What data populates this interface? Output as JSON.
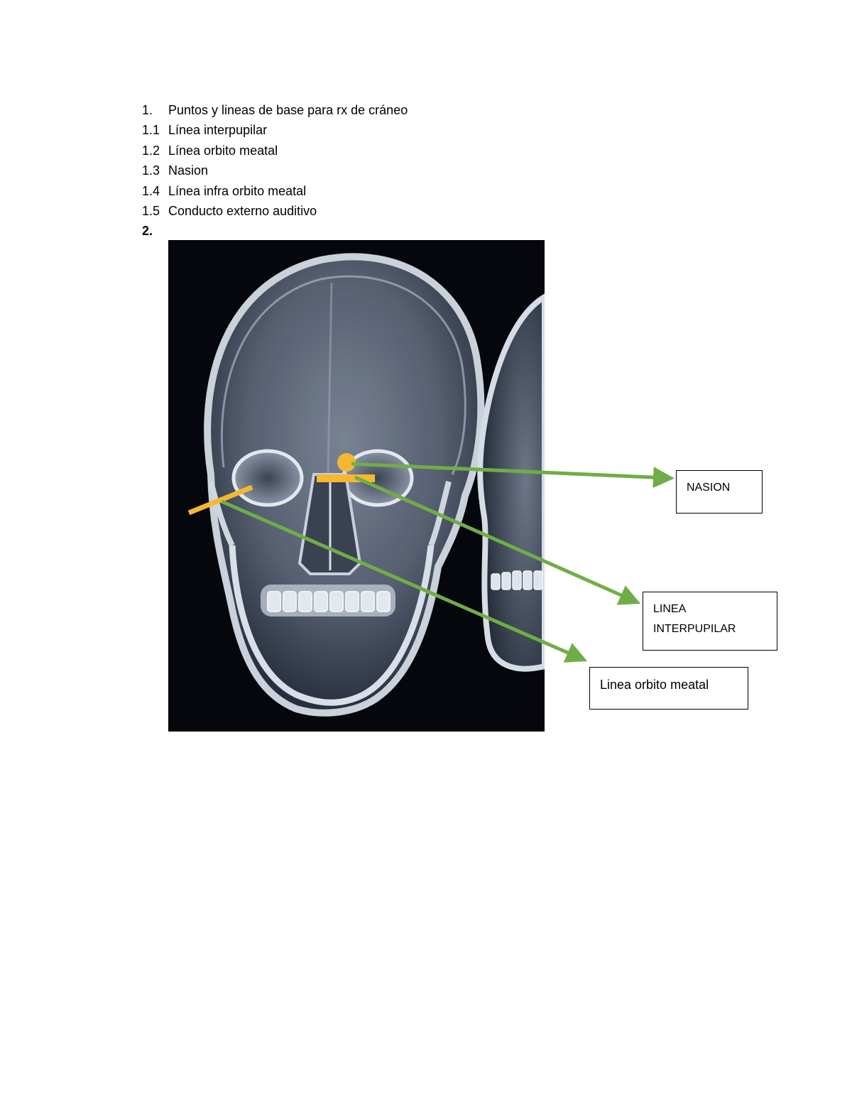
{
  "list": [
    {
      "num": "1.",
      "text": "Puntos y lineas de base para rx de cráneo"
    },
    {
      "num": "1.1",
      "text": "Línea interpupilar"
    },
    {
      "num": "1.2",
      "text": "Línea orbito meatal"
    },
    {
      "num": "1.3",
      "text": "Nasion"
    },
    {
      "num": "1.4",
      "text": "Línea infra orbito meatal"
    },
    {
      "num": "1.5",
      "text": "Conducto externo auditivo"
    },
    {
      "num": "2.",
      "text": ""
    }
  ],
  "labels": {
    "nasion": "NASION",
    "interpupilar_line1": "LINEA",
    "interpupilar_line2": "INTERPUPILAR",
    "orbito_meatal": "Linea orbito meatal"
  },
  "colors": {
    "arrow": "#70ad47",
    "marker": "#f5b731",
    "xray_background": "#05070c"
  }
}
